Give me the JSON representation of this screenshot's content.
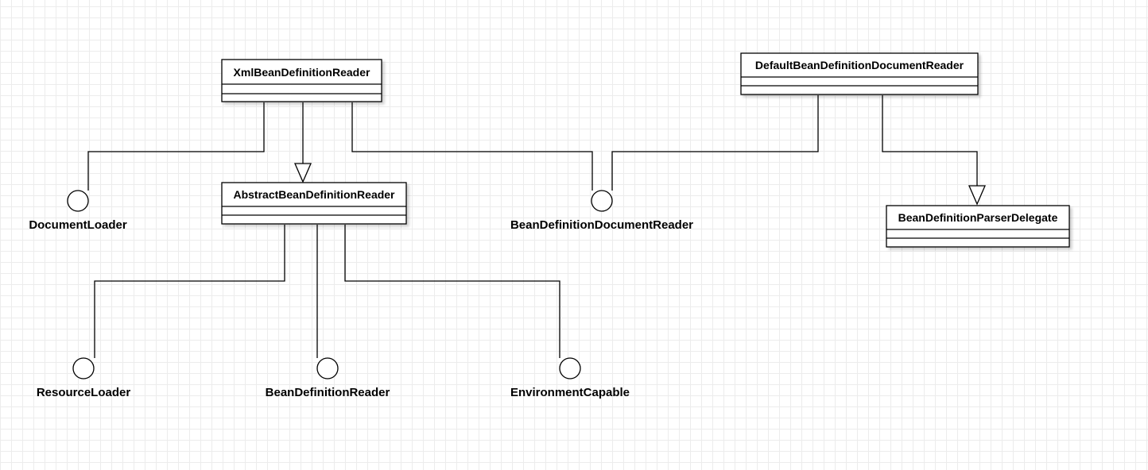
{
  "classes": {
    "xml_reader": "XmlBeanDefinitionReader",
    "abstract_reader": "AbstractBeanDefinitionReader",
    "default_doc_reader": "DefaultBeanDefinitionDocumentReader",
    "parser_delegate": "BeanDefinitionParserDelegate"
  },
  "interfaces": {
    "document_loader": "DocumentLoader",
    "bean_definition_document_reader": "BeanDefinitionDocumentReader",
    "resource_loader": "ResourceLoader",
    "bean_definition_reader": "BeanDefinitionReader",
    "environment_capable": "EnvironmentCapable"
  }
}
